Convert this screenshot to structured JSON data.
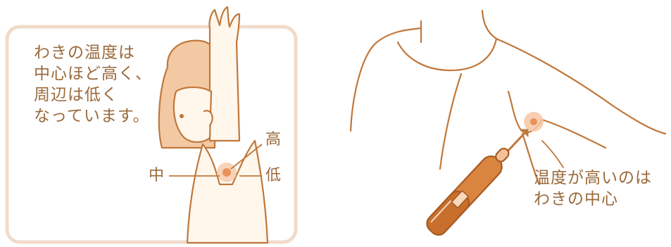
{
  "left_panel": {
    "caption_lines": [
      "わきの温度は",
      "中心ほど高く、",
      "周辺は低く",
      "なっています。"
    ],
    "label_high": "高",
    "label_center": "中",
    "label_low": "低"
  },
  "right_panel": {
    "caption_lines": [
      "温度が高いのは",
      "わきの中心"
    ]
  },
  "colors": {
    "line": "#c0783b",
    "text": "#9a6a3c",
    "frame": "#f0dccb",
    "skin": "#fff6ec",
    "hair": "#f3c9a3",
    "thermometer": "#c86f2d",
    "hotspot": "#f7c7a6"
  }
}
